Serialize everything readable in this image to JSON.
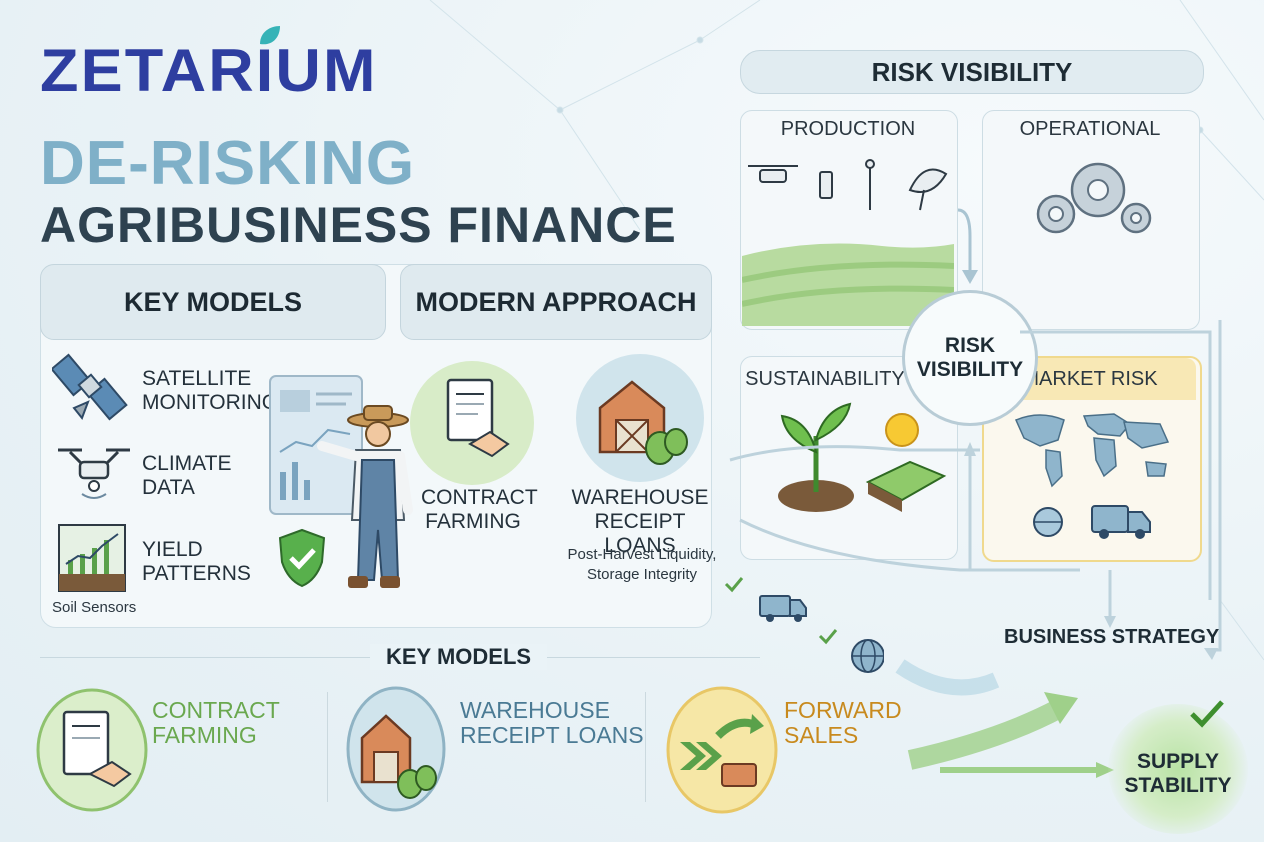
{
  "brand": "ZETARIUM",
  "title": {
    "line1": "DE-RISKING",
    "line2": "AGRIBUSINESS FINANCE"
  },
  "left_panel": {
    "key_models_header": "KEY MODELS",
    "modern_approach_header": "MODERN APPROACH",
    "items": [
      {
        "line1": "SATELLITE",
        "line2": "MONITORING",
        "icon": "satellite-icon"
      },
      {
        "line1": "CLIMATE",
        "line2": "DATA",
        "icon": "drone-icon"
      },
      {
        "line1": "YIELD",
        "line2": "PATTERNS",
        "icon": "yield-chart-icon"
      }
    ],
    "soil_sensors": "Soil Sensors",
    "contract": {
      "line1": "CONTRACT",
      "line2": "FARMING"
    },
    "warehouse": {
      "line1": "WAREHOUSE",
      "line2": "RECEIPT LOANS",
      "sub1": "Post-Harvest Liquidity,",
      "sub2": "Storage Integrity"
    }
  },
  "bottom": {
    "title": "KEY MODELS",
    "items": [
      {
        "line1": "CONTRACT",
        "line2": "FARMING",
        "color": "#6aa84f"
      },
      {
        "line1": "WAREHOUSE",
        "line2": "RECEIPT LOANS",
        "color": "#4a7a94"
      },
      {
        "line1": "FORWARD",
        "line2": "SALES",
        "color": "#c88a1e"
      }
    ]
  },
  "right": {
    "top_title": "RISK VISIBILITY",
    "production": "PRODUCTION",
    "operational": "OPERATIONAL",
    "sustainability": "SUSTAINABILITY",
    "market_risk": "MARKET RISK",
    "center_line1": "RISK",
    "center_line2": "VISIBILITY",
    "business_strategy": "BUSINESS STRATEGY",
    "supply_line1": "SUPPLY",
    "supply_line2": "STABILITY"
  },
  "colors": {
    "brand": "#2e3ea0",
    "title_light": "#7fb0c8",
    "title_dark": "#2e4250",
    "green": "#6aa84f",
    "teal": "#4a7a94",
    "gold": "#c88a1e"
  }
}
